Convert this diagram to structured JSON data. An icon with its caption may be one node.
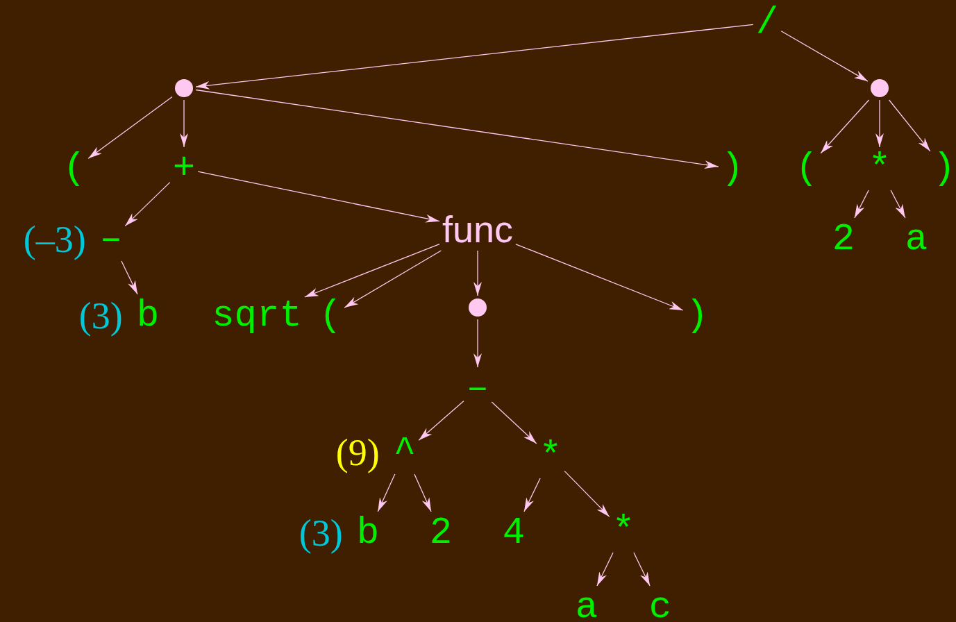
{
  "diagram": {
    "nodes": [
      {
        "text": [
          "/"
        ]
      },
      {
        "text": [],
        "shape": "circle"
      },
      {
        "text": [],
        "shape": "circle"
      },
      {
        "text": [
          "("
        ]
      },
      {
        "text": [
          "+"
        ]
      },
      {
        "text": [
          ")"
        ]
      },
      {
        "text": [
          "("
        ]
      },
      {
        "text": [
          "*"
        ]
      },
      {
        "text": [
          ")"
        ]
      },
      {
        "text": [
          "–"
        ],
        "beside": [
          "(–3)"
        ]
      },
      {
        "text": [
          "func"
        ]
      },
      {
        "text": [
          "2"
        ]
      },
      {
        "text": [
          "a"
        ]
      },
      {
        "text": [
          "b"
        ],
        "beside": [
          "(3)"
        ]
      },
      {
        "text": [
          "sqrt"
        ]
      },
      {
        "text": [
          "("
        ]
      },
      {
        "text": [],
        "shape": "circle"
      },
      {
        "text": [
          ")"
        ]
      },
      {
        "text": [
          "–"
        ]
      },
      {
        "text": [
          "^"
        ],
        "beside": [
          "(9)"
        ]
      },
      {
        "text": [
          "*"
        ]
      },
      {
        "text": [
          "b"
        ],
        "beside": [
          "(3)"
        ]
      },
      {
        "text": [
          "2"
        ]
      },
      {
        "text": [
          "4"
        ]
      },
      {
        "text": [
          "*"
        ]
      },
      {
        "text": [
          "a"
        ]
      },
      {
        "text": [
          "c"
        ]
      }
    ],
    "edges": [
      {
        "from": 0,
        "to": 1,
        "arrow": "to"
      },
      {
        "from": 0,
        "to": 2,
        "arrow": "to"
      },
      {
        "from": 1,
        "to": 3,
        "arrow": "to"
      },
      {
        "from": 1,
        "to": 4,
        "arrow": "to"
      },
      {
        "from": 1,
        "to": 5,
        "arrow": "to"
      },
      {
        "from": 2,
        "to": 6,
        "arrow": "to"
      },
      {
        "from": 2,
        "to": 7,
        "arrow": "to"
      },
      {
        "from": 2,
        "to": 8,
        "arrow": "to"
      },
      {
        "from": 7,
        "to": 11,
        "arrow": "to"
      },
      {
        "from": 7,
        "to": 12,
        "arrow": "to"
      },
      {
        "from": 4,
        "to": 9,
        "arrow": "to"
      },
      {
        "from": 4,
        "to": 10,
        "arrow": "to"
      },
      {
        "from": 9,
        "to": 13,
        "arrow": "to"
      },
      {
        "from": 10,
        "to": 14,
        "arrow": "to"
      },
      {
        "from": 10,
        "to": 15,
        "arrow": "to"
      },
      {
        "from": 10,
        "to": 16,
        "arrow": "to"
      },
      {
        "from": 10,
        "to": 17,
        "arrow": "to"
      },
      {
        "from": 16,
        "to": 18,
        "arrow": "to"
      },
      {
        "from": 18,
        "to": 19,
        "arrow": "to"
      },
      {
        "from": 18,
        "to": 20,
        "arrow": "to"
      },
      {
        "from": 19,
        "to": 21,
        "arrow": "to"
      },
      {
        "from": 19,
        "to": 22,
        "arrow": "to"
      },
      {
        "from": 20,
        "to": 23,
        "arrow": "to"
      },
      {
        "from": 20,
        "to": 24,
        "arrow": "to"
      },
      {
        "from": 24,
        "to": 25,
        "arrow": "to"
      },
      {
        "from": 24,
        "to": 26,
        "arrow": "to"
      }
    ]
  }
}
